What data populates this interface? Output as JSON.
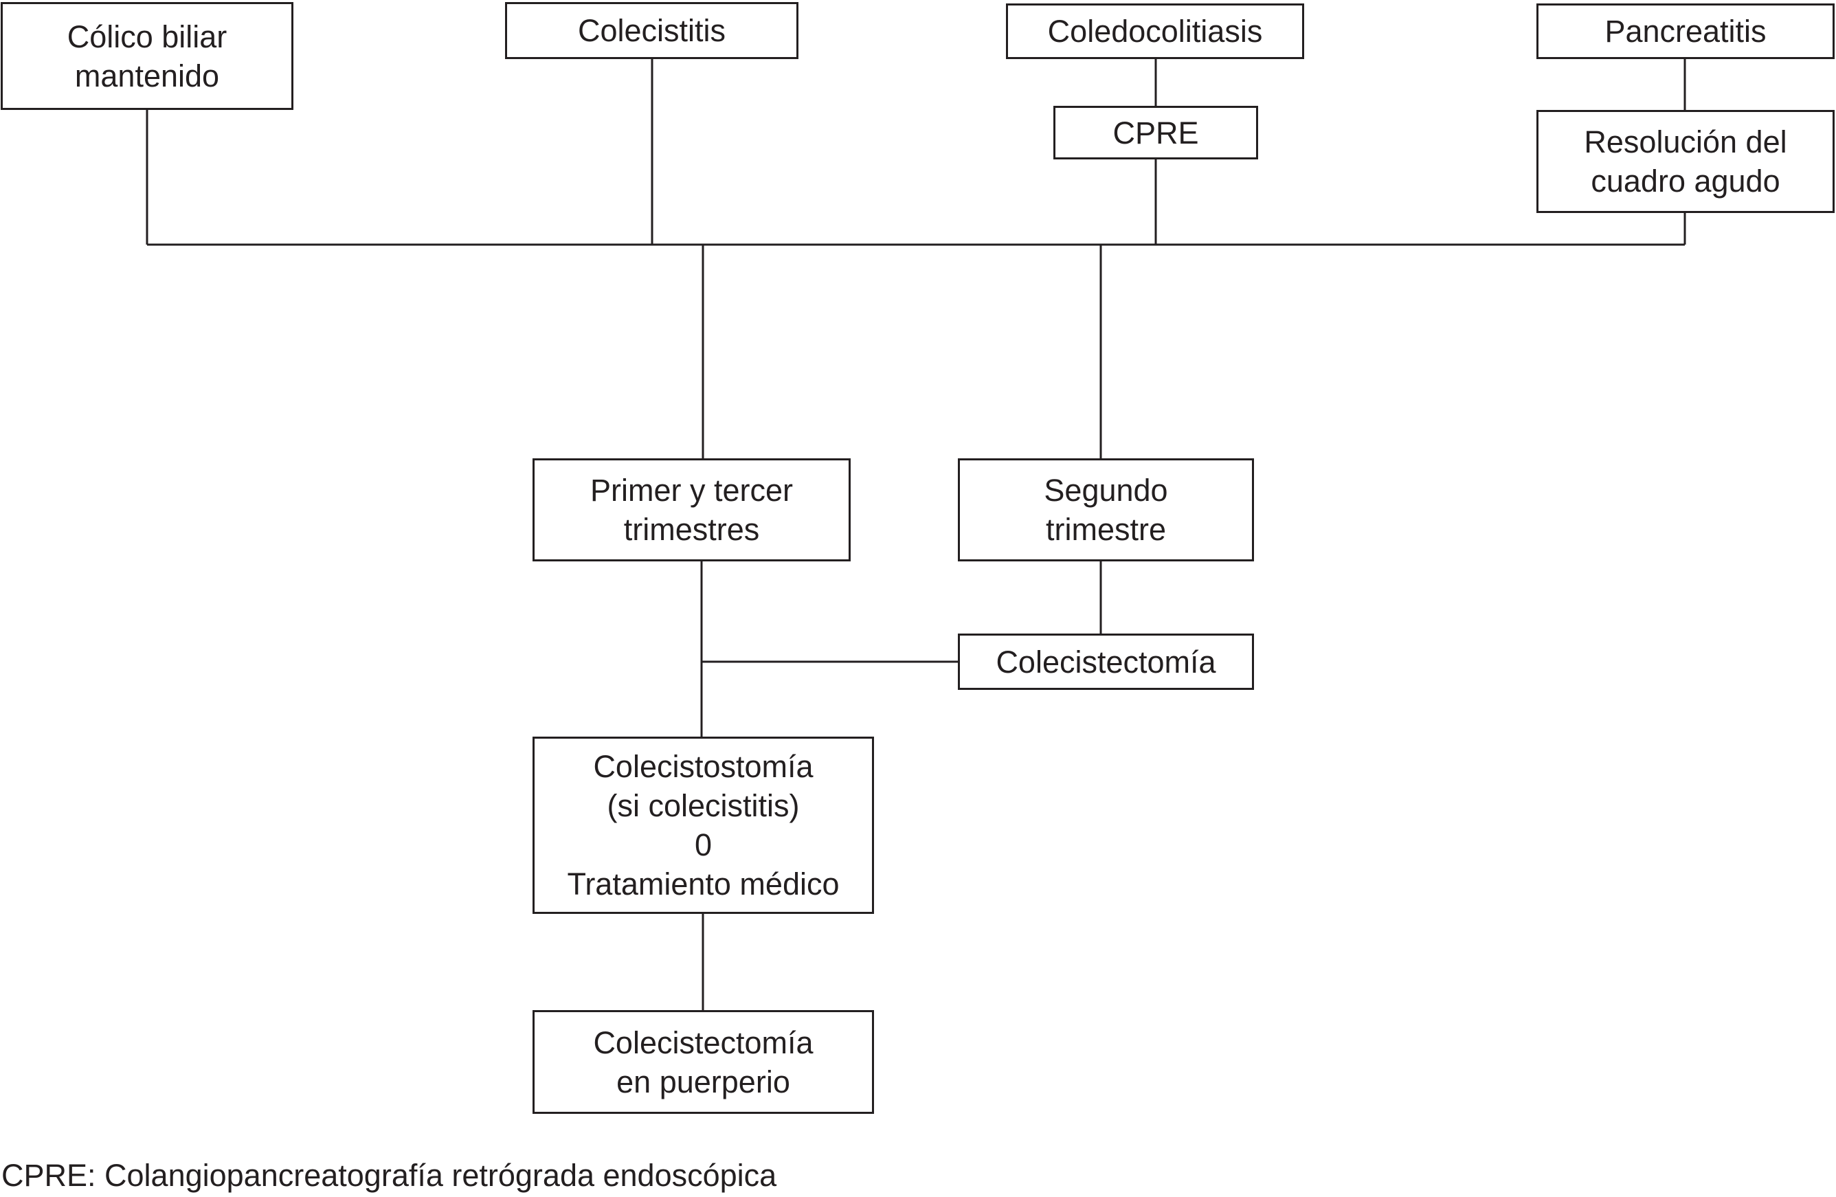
{
  "diagram": {
    "nodes": {
      "colico": "Cólico biliar\nmantenido",
      "colecistitis": "Colecistitis",
      "coledocolitiasis": "Coledocolitiasis",
      "pancreatitis": "Pancreatitis",
      "cpre": "CPRE",
      "resolucion": "Resolución del\ncuadro agudo",
      "primer_tercer": "Primer y tercer\ntrimestres",
      "segundo": "Segundo\ntrimestre",
      "colecistectomia": "Colecistectomía",
      "colecistostomia": "Colecistostomía\n(si colecistitis)\n0\nTratamiento médico",
      "colecistectomia_puerperio": "Colecistectomía\nen puerperio"
    },
    "footnote": "CPRE: Colangiopancreatografía retrógrada endoscópica",
    "colors": {
      "line": "#231f20",
      "background": "#ffffff"
    }
  }
}
